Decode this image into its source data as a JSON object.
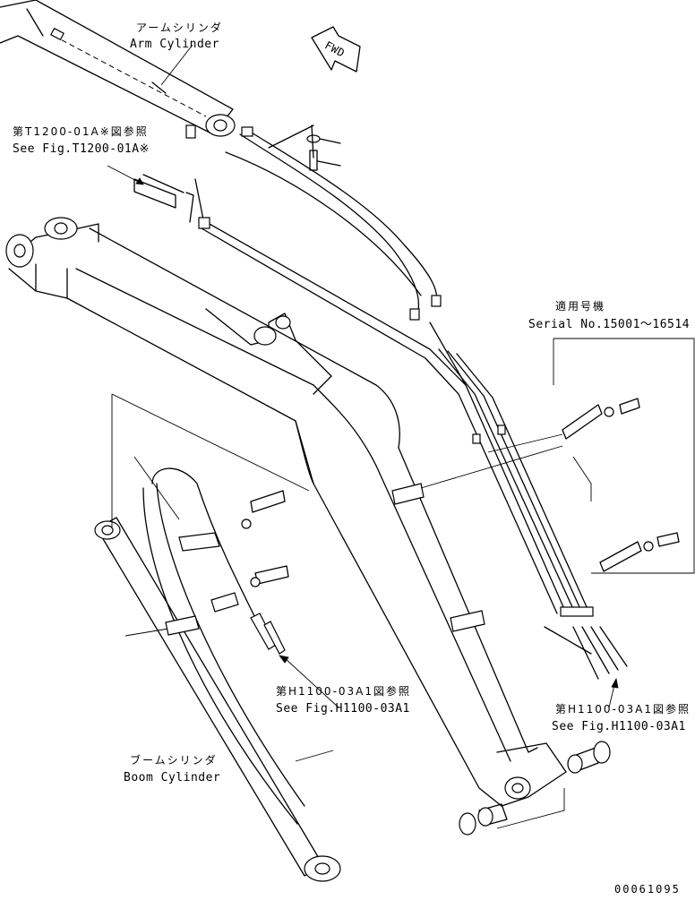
{
  "labels": {
    "arm_cylinder_jp": "アームシリンダ",
    "arm_cylinder_en": "Arm Cylinder",
    "fwd": "FWD",
    "ref_t1200_jp": "第T1200-01A※図参照",
    "ref_t1200_en": "See Fig.T1200-01A※",
    "serial_jp": "適用号機",
    "serial_en": "Serial No.15001～16514",
    "ref_h1100_left_jp": "第H1100-03A1図参照",
    "ref_h1100_left_en": "See Fig.H1100-03A1",
    "ref_h1100_right_jp": "第H1100-03A1図参照",
    "ref_h1100_right_en": "See Fig.H1100-03A1",
    "boom_cylinder_jp": "ブームシリンダ",
    "boom_cylinder_en": "Boom Cylinder",
    "drawing_no": "00061095"
  }
}
